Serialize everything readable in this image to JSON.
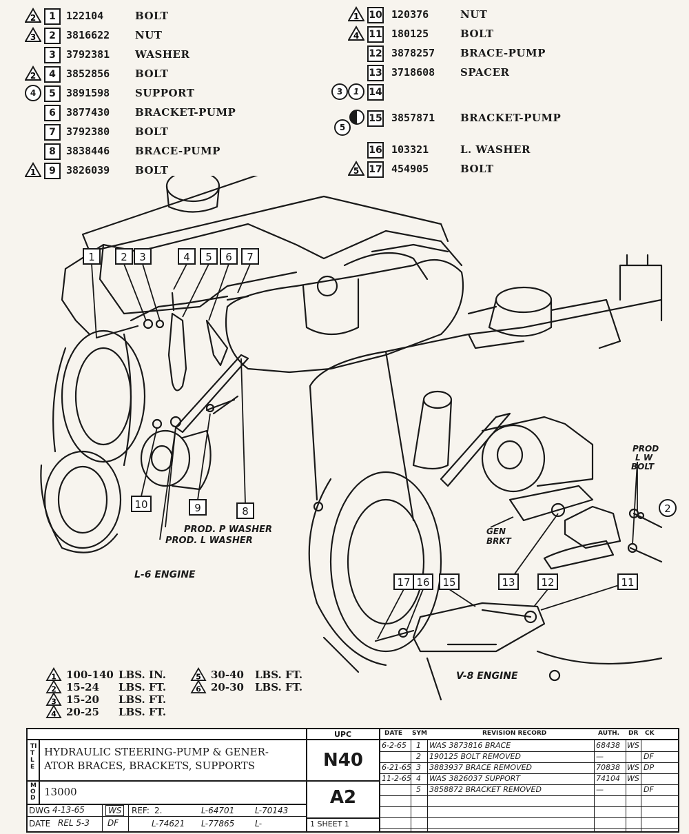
{
  "parts_left": [
    {
      "item": "1",
      "part_no": "122104",
      "name": "BOLT",
      "marker": {
        "type": "triangle",
        "value": "2"
      }
    },
    {
      "item": "2",
      "part_no": "3816622",
      "name": "NUT",
      "marker": {
        "type": "triangle",
        "value": "3"
      }
    },
    {
      "item": "3",
      "part_no": "3792381",
      "name": "WASHER",
      "marker": null
    },
    {
      "item": "4",
      "part_no": "3852856",
      "name": "BOLT",
      "marker": {
        "type": "triangle",
        "value": "2"
      }
    },
    {
      "item": "5",
      "part_no": "3891598",
      "name": "SUPPORT",
      "marker": {
        "type": "circle",
        "value": "4"
      }
    },
    {
      "item": "6",
      "part_no": "3877430",
      "name": "BRACKET-PUMP",
      "marker": null
    },
    {
      "item": "7",
      "part_no": "3792380",
      "name": "BOLT",
      "marker": null
    },
    {
      "item": "8",
      "part_no": "3838446",
      "name": "BRACE-PUMP",
      "marker": null
    },
    {
      "item": "9",
      "part_no": "3826039",
      "name": "BOLT",
      "marker": {
        "type": "triangle",
        "value": "1"
      }
    }
  ],
  "parts_right": [
    {
      "item": "10",
      "part_no": "120376",
      "name": "NUT",
      "marker": {
        "type": "triangle",
        "value": "1"
      }
    },
    {
      "item": "11",
      "part_no": "180125",
      "name": "BOLT",
      "marker": {
        "type": "triangle",
        "value": "4"
      }
    },
    {
      "item": "12",
      "part_no": "3878257",
      "name": "BRACE-PUMP",
      "marker": null
    },
    {
      "item": "13",
      "part_no": "3718608",
      "name": "SPACER",
      "marker": null
    },
    {
      "item": "14",
      "part_no": "",
      "name": "",
      "marker": {
        "type": "circles",
        "value": "3",
        "value2": "1"
      }
    },
    {
      "item": "15",
      "part_no": "3857871",
      "name": "BRACKET-PUMP",
      "marker": {
        "type": "half-circle",
        "value": "5"
      }
    },
    {
      "item": "16",
      "part_no": "103321",
      "name": "L. WASHER",
      "marker": null
    },
    {
      "item": "17",
      "part_no": "454905",
      "name": "BOLT",
      "marker": {
        "type": "triangle",
        "value": "5"
      }
    }
  ],
  "diagram": {
    "l6_callouts": [
      "1",
      "2",
      "3",
      "4",
      "5",
      "6",
      "7",
      "8",
      "9",
      "10"
    ],
    "v8_callouts": [
      "11",
      "12",
      "13",
      "15",
      "16",
      "17",
      "2"
    ],
    "l6_label": "L-6 ENGINE",
    "v8_label": "V-8 ENGINE",
    "prod_p_washer": "PROD. P WASHER",
    "prod_l_washer": "PROD. L WASHER",
    "prod_lw_bolt": [
      "PROD",
      "L W",
      "BOLT"
    ],
    "gen_brkt": [
      "GEN",
      "BRKT"
    ]
  },
  "torque": [
    {
      "mark": "1",
      "value": "100-140",
      "unit": "LBS. IN."
    },
    {
      "mark": "2",
      "value": "15-24",
      "unit": "LBS. FT."
    },
    {
      "mark": "3",
      "value": "15-20",
      "unit": "LBS. FT."
    },
    {
      "mark": "4",
      "value": "20-25",
      "unit": "LBS. FT."
    },
    {
      "mark": "5",
      "value": "30-40",
      "unit": "LBS. FT."
    },
    {
      "mark": "6",
      "value": "20-30",
      "unit": "LBS. FT."
    }
  ],
  "title_block": {
    "title_label": "TITLE",
    "title_line1": "HYDRAULIC STEERING-PUMP & GENER-",
    "title_line2": "ATOR BRACES, BRACKETS, SUPPORTS",
    "mod_label": "MOD",
    "mod_value": "13000",
    "dwg_label": "DWG",
    "dwg_date": "4-13-65",
    "dwg_init": "WS",
    "date_label": "DATE",
    "date_value": "REL 5-3",
    "date_init": "DF",
    "ref_label": "REF:",
    "ref_value": "2.",
    "refs": [
      "L-64701",
      "L-70143",
      "L-74621",
      "L-77865",
      "L-"
    ],
    "upc_label": "UPC",
    "upc_code": "N40",
    "upc_group": "A2",
    "sheet": "1 SHEET 1",
    "rev_headers": {
      "date": "DATE",
      "sym": "SYM",
      "record": "REVISION RECORD",
      "auth": "AUTH.",
      "dr": "DR",
      "ck": "CK"
    },
    "revisions": [
      {
        "date": "6-2-65",
        "sym": "1",
        "record": "WAS 3873816 BRACE",
        "auth": "68438",
        "dr": "WS",
        "ck": ""
      },
      {
        "date": "",
        "sym": "2",
        "record": "190125 BOLT REMOVED",
        "auth": "—",
        "dr": "",
        "ck": "DF"
      },
      {
        "date": "6-21-65",
        "sym": "3",
        "record": "3883937 BRACE REMOVED",
        "auth": "70838",
        "dr": "WS",
        "ck": "DP"
      },
      {
        "date": "11-2-65",
        "sym": "4",
        "record": "WAS 3826037 SUPPORT",
        "auth": "74104",
        "dr": "WS",
        "ck": ""
      },
      {
        "date": "",
        "sym": "5",
        "record": "3858872 BRACKET REMOVED",
        "auth": "—",
        "dr": "",
        "ck": "DF"
      }
    ]
  }
}
